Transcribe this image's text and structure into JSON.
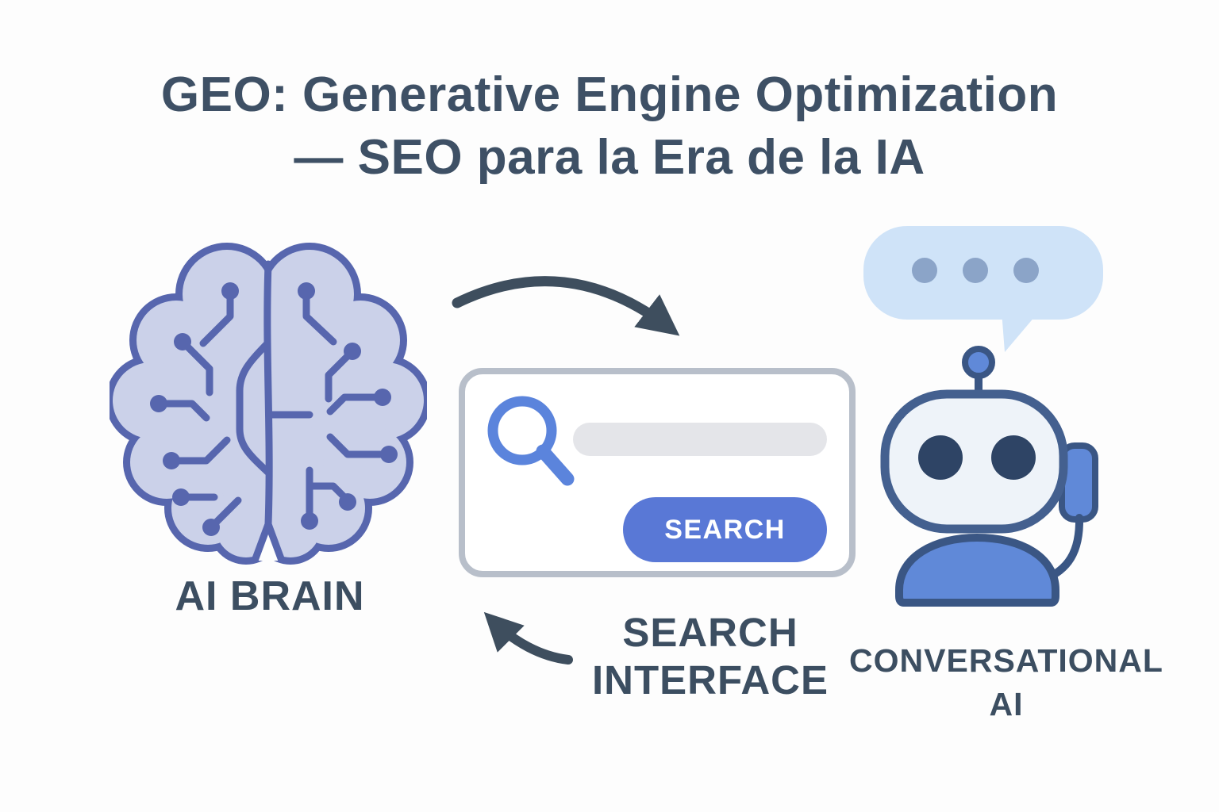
{
  "title": {
    "line1": "GEO: Generative Engine Optimization",
    "line2": "— SEO para la Era de la IA"
  },
  "brain": {
    "label": "AI BRAIN"
  },
  "search_interface": {
    "label_line1": "SEARCH",
    "label_line2": "INTERFACE",
    "button_label": "SEARCH",
    "input_value": ""
  },
  "conversational_ai": {
    "label_line1": "CONVERSATIONAL",
    "label_line2": "AI"
  },
  "icons": {
    "brain": "circuit-brain-icon",
    "magnifier": "search-icon",
    "speech_bubble": "speech-bubble-icon",
    "robot": "robot-icon",
    "arrow_forward": "curved-arrow-right-icon",
    "arrow_back": "curved-arrow-left-icon"
  },
  "colors": {
    "background": "#fdfdfd",
    "heading_text": "#3e5065",
    "label_text": "#3c4e61",
    "arrow": "#3e4e5e",
    "brain_fill": "#cbd1e9",
    "brain_stroke": "#5766ae",
    "card_border": "#b8bfca",
    "search_pill": "#e4e5e9",
    "search_button": "#5978d6",
    "search_button_text": "#ffffff",
    "bubble_fill": "#cfe3f8",
    "bubble_dots": "#8ba4c8",
    "robot_outline": "#3f5b88",
    "robot_head_fill": "#eef3f9",
    "robot_eyes": "#2e4465",
    "robot_accent": "#6089d8"
  }
}
